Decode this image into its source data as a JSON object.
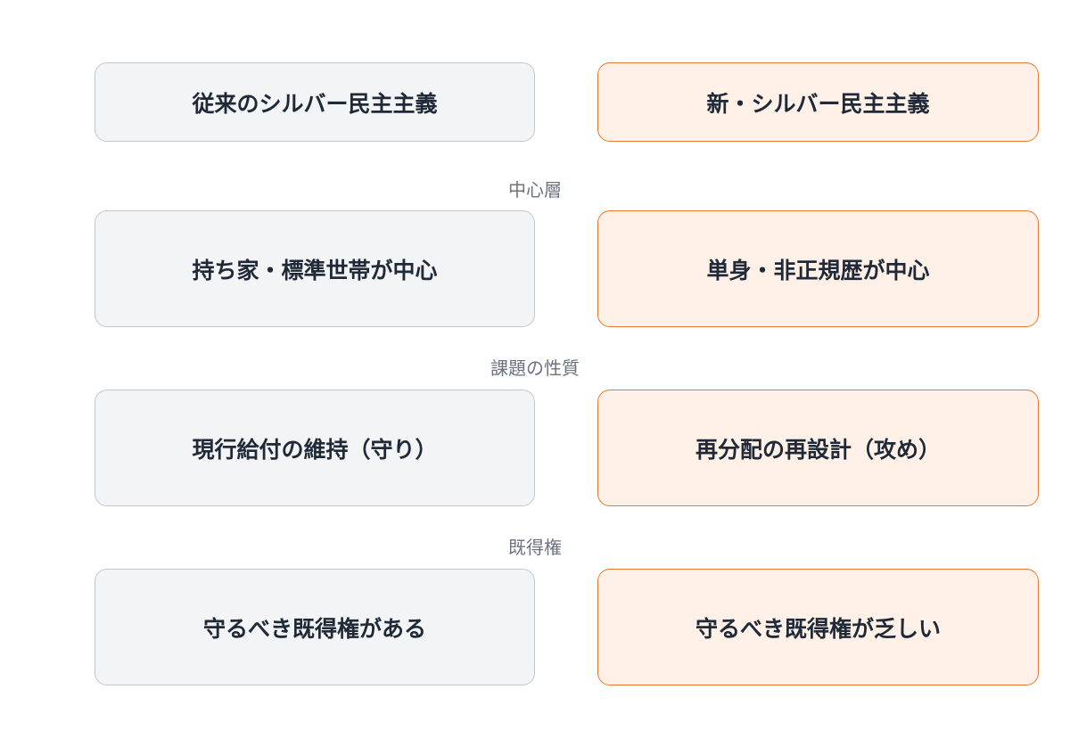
{
  "header": {
    "left": "従来のシルバー民主主義",
    "right": "新・シルバー民主主義"
  },
  "rows": [
    {
      "category": "中心層",
      "left": "持ち家・標準世帯が中心",
      "right": "単身・非正規歴が中心"
    },
    {
      "category": "課題の性質",
      "left": "現行給付の維持（守り）",
      "right": "再分配の再設計（攻め）"
    },
    {
      "category": "既得権",
      "left": "守るべき既得権がある",
      "right": "守るべき既得権が乏しい"
    }
  ],
  "colors": {
    "left_fill": "#f3f4f6",
    "left_border": "#c3c7cd",
    "right_fill": "#fff1e7",
    "right_border": "#e8782f",
    "text": "#1f2937",
    "category_text": "#6b7280"
  }
}
